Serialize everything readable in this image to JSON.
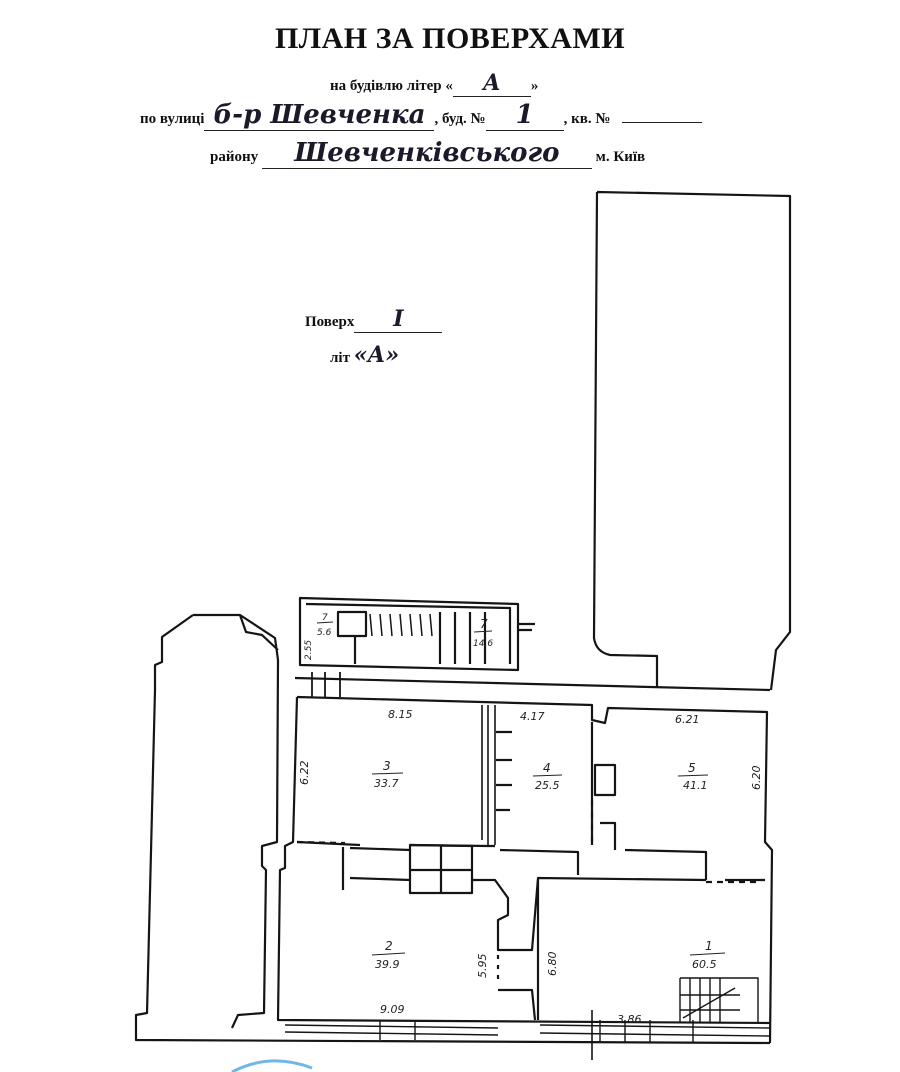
{
  "header": {
    "title": "ПЛАН ЗА ПОВЕРХАМИ",
    "building_prefix": "на будівлю літер «",
    "building_letter": "А",
    "building_suffix": "»",
    "street_prefix": "по вулиці",
    "street_value": "б-р Шевченка",
    "house_label": ", буд. №",
    "house_value": "1",
    "apt_label": ", кв. №",
    "apt_value": "",
    "district_label": "району",
    "district_value": "Шевченківського",
    "city": "м. Київ"
  },
  "floor": {
    "floor_label": "Поверх",
    "floor_value": "І",
    "lit_label": "літ",
    "lit_value": "«А»"
  },
  "plan": {
    "rooms": [
      {
        "number": "1",
        "area": "60.5"
      },
      {
        "number": "2",
        "area": "39.9"
      },
      {
        "number": "3",
        "area": "33.7"
      },
      {
        "number": "4",
        "area": "25.5"
      },
      {
        "number": "5",
        "area": "41.1"
      },
      {
        "number": "7",
        "area": "14.6"
      },
      {
        "number": "7",
        "area": "5.6"
      }
    ],
    "dimensions": [
      "8.15",
      "4.17",
      "6.21",
      "6.22",
      "6.20",
      "5.95",
      "6.80",
      "9.09",
      "3.86",
      "2.55"
    ]
  }
}
